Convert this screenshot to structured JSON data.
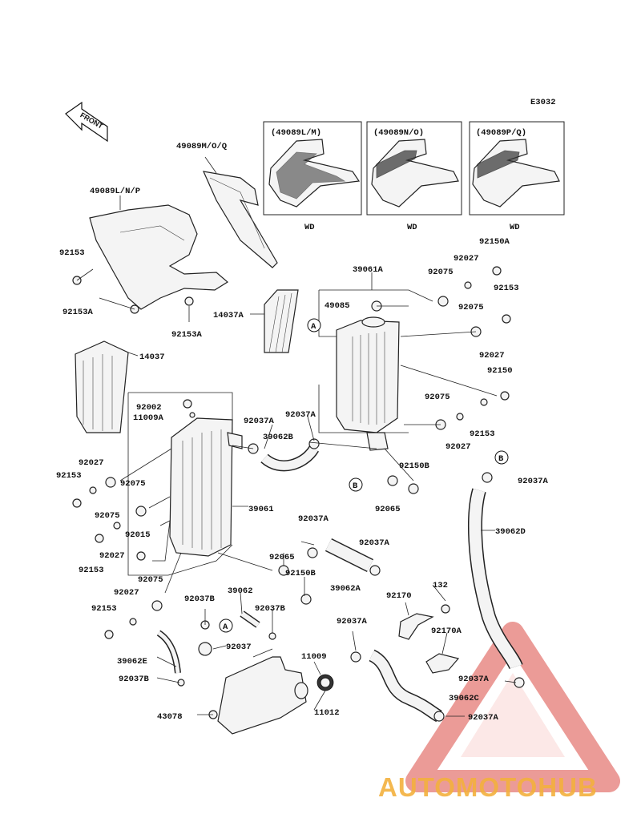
{
  "diagram": {
    "code": "E3032",
    "front_label": "FRONT",
    "brand": "AUTOMOTOHUB",
    "brand_colors": {
      "accent": "#e88a86",
      "yellow": "#f3b13e",
      "gray": "#7a7a7a"
    },
    "insets": [
      {
        "title": "(49089L/M)",
        "sub": "WD"
      },
      {
        "title": "(49089N/O)",
        "sub": "WD"
      },
      {
        "title": "(49089P/Q)",
        "sub": "WD"
      }
    ],
    "labels": {
      "l49089mo": "49089M/O/Q",
      "l49089ln": "49089L/N/P",
      "l92153a": "92153",
      "l92153A_a": "92153A",
      "l92153A_b": "92153A",
      "l14037a": "14037A",
      "l14037": "14037",
      "l39061a": "39061A",
      "l92150a": "92150A",
      "l92027a": "92027",
      "l92075a": "92075",
      "l92153b": "92153",
      "l49085": "49085",
      "l92075b": "92075",
      "l92027b": "92027",
      "l92150": "92150",
      "l92075c": "92075",
      "l92153c": "92153",
      "l92027c": "92027",
      "l92002": "92002",
      "l11009a": "11009A",
      "l92037a1": "92037A",
      "l92037a2": "92037A",
      "l39062b": "39062B",
      "l92150b1": "92150B",
      "l92065a": "92065",
      "l92037a3": "92037A",
      "l92027d": "92027",
      "l92153d": "92153",
      "l92075d": "92075",
      "l92075e": "92075",
      "l39061": "39061",
      "l39062d": "39062D",
      "l92015": "92015",
      "l92027e": "92027",
      "l92153e": "92153",
      "l92075f": "92075",
      "l92037a4": "92037A",
      "l92065b": "92065",
      "l92037a5": "92037A",
      "l92150b2": "92150B",
      "l39062a": "39062A",
      "l92027f": "92027",
      "l92037b1": "92037B",
      "l39062": "39062",
      "l92037b2": "92037B",
      "l132": "132",
      "l92170": "92170",
      "l92153f": "92153",
      "l92037": "92037",
      "l92037a6": "92037A",
      "l92170a": "92170A",
      "l39062e": "39062E",
      "l11009": "11009",
      "l92037b3": "92037B",
      "l92037a7": "92037A",
      "l39062c": "39062C",
      "l43078": "43078",
      "l11012": "11012",
      "l92037a8": "92037A"
    },
    "callouts": {
      "a1": "A",
      "a2": "A",
      "b1": "B",
      "b2": "B"
    }
  }
}
